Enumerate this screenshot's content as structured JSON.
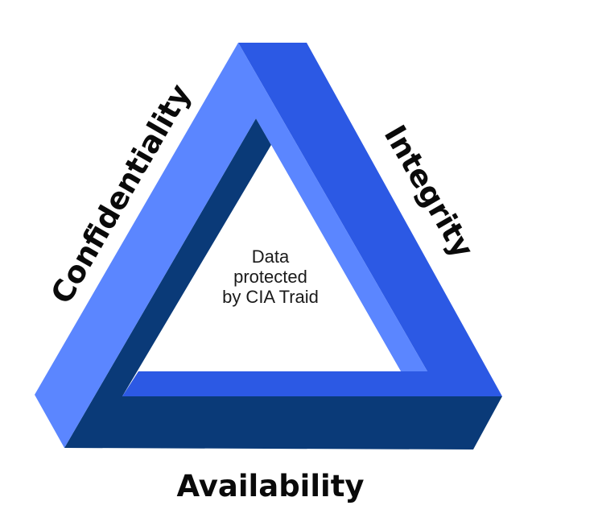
{
  "diagram": {
    "labels": {
      "left": "Confidentiality",
      "right": "Integrity",
      "bottom": "Availability"
    },
    "center": {
      "line1": "Data",
      "line2": "protected",
      "line3": "by CIA Traid"
    },
    "colors": {
      "light_face": "#5b86ff",
      "mid_face": "#2c59e4",
      "dark_face": "#0a3a78",
      "label_text": "#0a0a0a"
    }
  }
}
